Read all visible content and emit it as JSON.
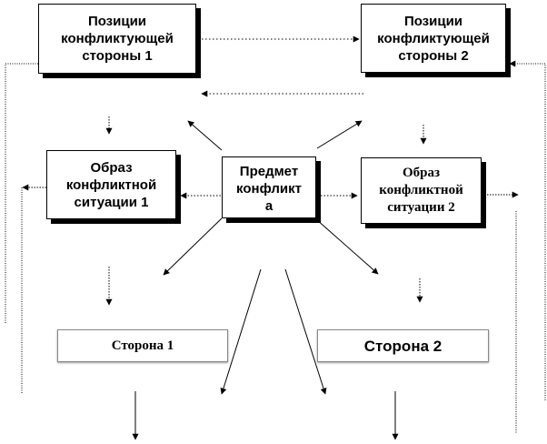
{
  "boxes": {
    "pos1": {
      "lines": [
        "Позиции",
        "конфликтующей",
        "стороны 1"
      ]
    },
    "pos2": {
      "lines": [
        "Позиции",
        "конфликтующей",
        "стороны 2"
      ]
    },
    "image1": {
      "lines": [
        "Образ",
        "конфликтной",
        "ситуации 1"
      ]
    },
    "subject": {
      "lines": [
        "Предмет",
        "конфликт",
        "а"
      ]
    },
    "image2": {
      "lines": [
        "Образ",
        "конфликтной",
        "ситуации 2"
      ]
    },
    "side1": {
      "label": "Сторона 1"
    },
    "side2": {
      "label": "Сторона 2"
    }
  },
  "colors": {
    "line": "#000000",
    "box_border": "#000000",
    "background": "#ffffff"
  }
}
